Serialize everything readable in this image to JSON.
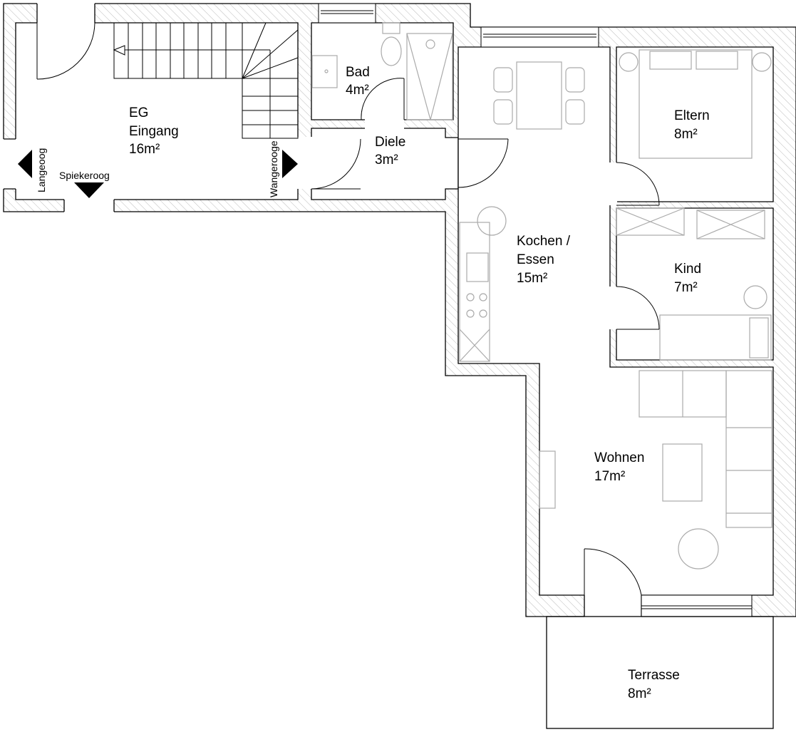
{
  "plan": {
    "rooms": [
      {
        "id": "eingang",
        "lines": [
          "EG",
          "Eingang",
          "16m²"
        ]
      },
      {
        "id": "bad",
        "lines": [
          "Bad",
          "4m²"
        ]
      },
      {
        "id": "diele",
        "lines": [
          "Diele",
          "3m²"
        ]
      },
      {
        "id": "kochen",
        "lines": [
          "Kochen /",
          "Essen",
          "15m²"
        ]
      },
      {
        "id": "eltern",
        "lines": [
          "Eltern",
          "8m²"
        ]
      },
      {
        "id": "kind",
        "lines": [
          "Kind",
          "7m²"
        ]
      },
      {
        "id": "wohnen",
        "lines": [
          "Wohnen",
          "17m²"
        ]
      },
      {
        "id": "terrasse",
        "lines": [
          "Terrasse",
          "8m²"
        ]
      }
    ],
    "exits": {
      "left": "Langeoog",
      "bottom": "Spiekeroog",
      "right": "Wangerooge"
    },
    "colors": {
      "wall_hatch": "#bbbbbb",
      "furniture": "#aaaaaa",
      "line": "#000000"
    }
  }
}
